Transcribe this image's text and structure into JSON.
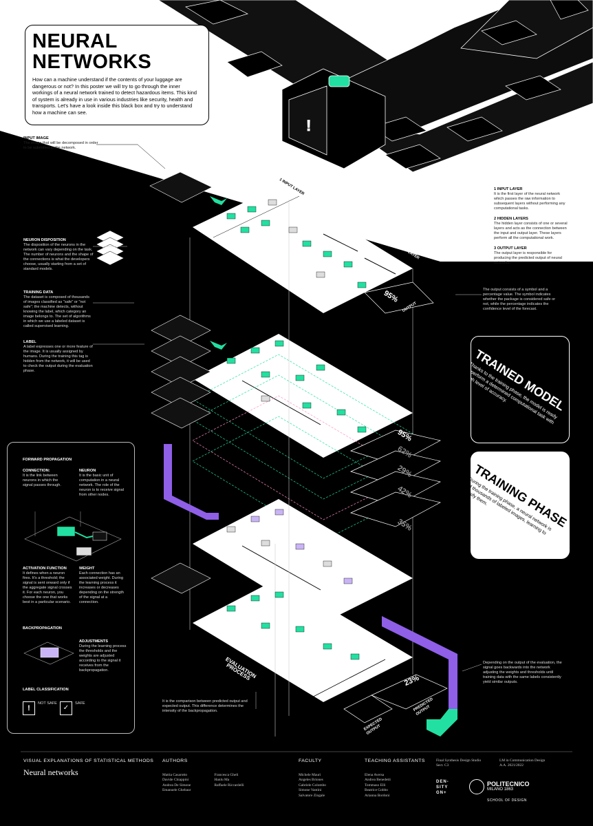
{
  "intro": {
    "title_line1": "NEURAL",
    "title_line2": "NETWORKS",
    "text": "How can a machine understand if the contents of your luggage are dangerous or not? In this poster we will try to go through the inner workings of a neural network trained to detect hazardous items. This kind of system is already in use in various industries like security, health and transports. Let's have a look inside this black box and try to understand how a machine can see."
  },
  "input_image": {
    "title": "INPUT IMAGE",
    "text": "The image that will be decomposed in order to be submitted to the network."
  },
  "layer_labels": {
    "input": "INPUT LAYER",
    "hidden": "HIDDEN LAYERS",
    "output": "OUTPUT LAYER",
    "output_word": "OUTPUT",
    "num1": "1",
    "num2": "2",
    "num3": "3"
  },
  "legend": [
    {
      "num": "1",
      "title": "INPUT LAYER",
      "text": "It is the first layer of the neural network which passes the raw information to subsequent layers without performing any computational tasks."
    },
    {
      "num": "2",
      "title": "HIDDEN LAYERS",
      "text": "The hidden layer consists of one or several layers and acts as the connection between the input and output layer. These layers perform all the computational work."
    },
    {
      "num": "3",
      "title": "OUTPUT LAYER",
      "text": "The output layer is responsible for producing the predicted output of neural networks."
    }
  ],
  "output_note": "The output consists of a symbol and a percentage value. The symbol indicates whether the package is considered safe or not, while the percentage indicates the confidence level of the forecast.",
  "neuron_disposition": {
    "title": "NEURON DISPOSITION",
    "text": "The disposition of the neurons in the network can vary depending on the task. The number of neurons and the shape of the connections is what the developers choose, usually starting from a set of standard models."
  },
  "training_data": {
    "title": "TRAINING DATA",
    "text": "The dataset is composed of thousands of images classified as \"safe\" or \"not safe\"; the machine detects, without knowing the label, which category an image belongs to. The set of algorithms in which we use a labeled dataset is called supervised learning."
  },
  "label_note": {
    "title": "LABEL",
    "text": "A label expresses one or more feature of the image. It is usually assigned by humans. During the training this tag is hidden from the network, it will be used to check the output during the evaluation phase."
  },
  "trained_model": {
    "title": "TRAINED MODEL",
    "text": "Thanks to the training phase, the model is ready to perform a determined computational task with a high level of accuracy."
  },
  "training_phase": {
    "title": "TRAINING PHASE",
    "text": "During the training phase, a neural network is fed thousands of labeled images, learning to classify them."
  },
  "percentages": {
    "top": "95%",
    "stack": [
      "95%",
      "62%",
      "29%",
      "42%",
      "35%"
    ],
    "final": "23%"
  },
  "forward": {
    "title": "FORWARD PROPAGATION",
    "connection_title": "CONNECTION:",
    "connection_text": "It is the link between neurons in which the signal passes through.",
    "neuron_title": "NEURON",
    "neuron_text": "It is the basic unit of computation in a neural network. The role of the neuron is to receive signal from other nodes.",
    "activation_title": "ACTIVATION FUNCTION",
    "activation_text": "It defines when a neuron fires. It's a threshold; the signal is sent onward only if the aggregate signal crosses it. For each neuron, you choose the one that works best in a particular scenario.",
    "weight_title": "WEIGHT",
    "weight_text": "Each connection has an associated weight. During the learning process it increases or decreases depending on the strength of the signal at a connection.",
    "backprop_title": "BACKPROPAGATION",
    "adjust_title": "ADJUSTMENTS",
    "adjust_text": "During the learning process the thresholds and the weights are adjusted according to the signal it receives from the backpropagation.",
    "labelclass_title": "LABEL CLASSIFICATION",
    "not_safe": "NOT SAFE",
    "safe": "SAFE"
  },
  "evaluation": {
    "title": "EVALUATION PROCESS",
    "text": "It is the comparison between predicted output and expected output. This difference determines the intensity of the backpropagation.",
    "expected": "EXPECTED OUTPUT",
    "predicted": "PREDICTED OUTPUT"
  },
  "backprop_note": "Depending on the output of the evaluation, the signal goes backwards into the network adjusting the weights and thresholds until training data with the same labels consistently yield similar outputs.",
  "footer": {
    "series": "VISUAL EXPLANATIONS OF STATISTICAL METHODS",
    "topic": "Neural networks",
    "authors_label": "AUTHORS",
    "authors_col1": [
      "Mattia Casarotto",
      "Davide Chiappini",
      "Andrea De Simone",
      "Emanuele Ghebaur"
    ],
    "authors_col2": [
      "Francesca Gheli",
      "Hanlu Ma",
      "Raffaele Riccardelli"
    ],
    "faculty_label": "FACULTY",
    "faculty": [
      "Michele Mauri",
      "Angeles Briones",
      "Gabriele Colombo",
      "Simone Vantini",
      "Salvatore Zingale"
    ],
    "ta_label": "TEACHING ASSISTANTS",
    "ta": [
      "Elena Aversa",
      "Andrea Benedetti",
      "Tommaso Elli",
      "Beatrice Gobbo",
      "Arianna Bordoni"
    ],
    "studio": "Final Synthesis Design Studio",
    "sect": "Sect. C3",
    "course": "LM in Communication Design",
    "year": "A.A. 2021/2022",
    "density": "DEN-SITY GN+",
    "poli": "POLITECNICO",
    "milano": "MILANO 1863",
    "school": "SCHOOL OF DESIGN"
  },
  "colors": {
    "accent": "#22e0a1",
    "purple": "#8f5fe8",
    "bg": "#000000",
    "white": "#ffffff"
  }
}
